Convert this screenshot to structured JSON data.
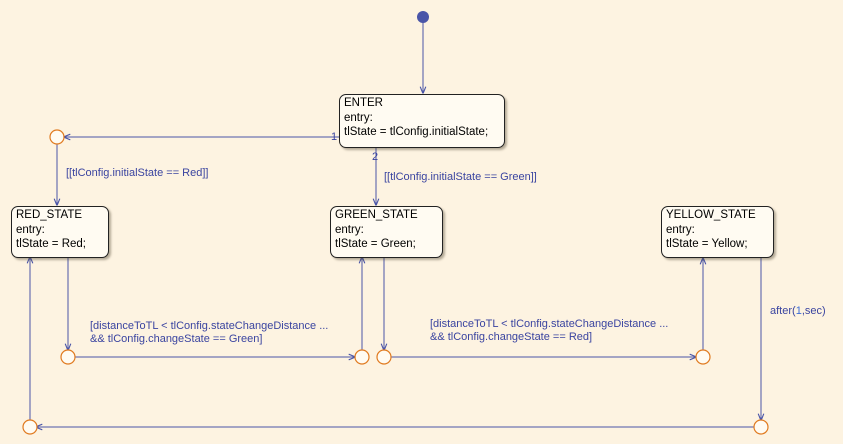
{
  "states": {
    "enter": {
      "name": "ENTER",
      "entry": "entry:",
      "action": "tlState =  tlConfig.initialState;"
    },
    "red": {
      "name": "RED_STATE",
      "entry": "entry:",
      "action": "tlState = Red;"
    },
    "green": {
      "name": "GREEN_STATE",
      "entry": "entry:",
      "action": "tlState = Green;"
    },
    "yellow": {
      "name": "YELLOW_STATE",
      "entry": "entry:",
      "action": "tlState = Yellow;"
    }
  },
  "transitions": {
    "priority_1": "1",
    "priority_2": "2",
    "cond_red": "[[tlConfig.initialState == Red]]",
    "cond_green": "[[tlConfig.initialState == Green]]",
    "red_to_green_line1": "[distanceToTL < tlConfig.stateChangeDistance ...",
    "red_to_green_line2": "&& tlConfig.changeState == Green]",
    "green_to_yellow_line1": "[distanceToTL < tlConfig.stateChangeDistance ...",
    "green_to_yellow_line2": "&& tlConfig.changeState == Red]",
    "after_prefix": "after(",
    "after_num": "1",
    "after_suffix": ",sec)"
  },
  "colors": {
    "background": "#fdf3e1",
    "wire": "#4a55a8",
    "junction": "#e07a1f",
    "default_dot": "#4a55a8",
    "label": "#3a44a0"
  }
}
